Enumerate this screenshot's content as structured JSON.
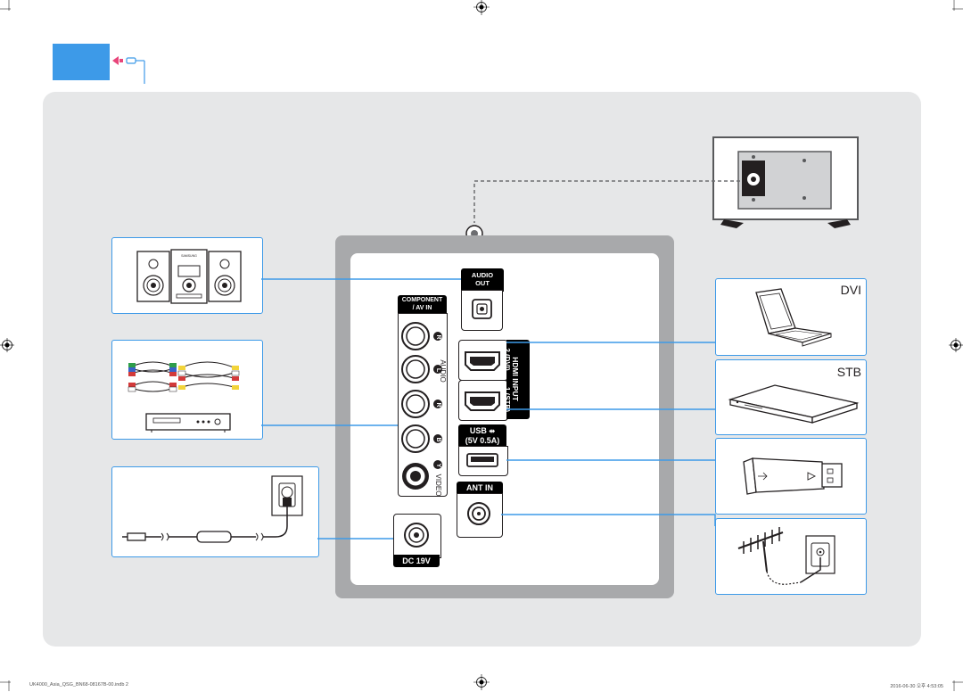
{
  "ports": {
    "audio_out": "AUDIO\nOUT",
    "audio_out_line1": "AUDIO",
    "audio_out_line2": "OUT",
    "component_line1": "COMPONENT",
    "component_line2": "/ AV IN",
    "audio_vertical": "AUDIO",
    "video_vertical": "VIDEO",
    "r_marker": "R",
    "l_marker": "L",
    "pr_marker": "R",
    "pb_marker": "B",
    "y_marker": "Y",
    "hdmi_input": "HDMI INPUT",
    "hdmi2": "2 (DVI)",
    "hdmi1": "1 (STB)",
    "usb": "USB",
    "usb_power": "(5V 0.5A)",
    "ant_in": "ANT IN",
    "dc": "DC 19V"
  },
  "devices": {
    "dvi_label": "DVI",
    "stb_label": "STB",
    "stereo_brand": "SAMSUNG"
  },
  "footer": {
    "left": "UK4000_Asia_QSG_BN68-08167B-00.indb   2",
    "right": "2016-06-30   오후 4:53:05"
  },
  "colors": {
    "accent_blue": "#3d9ae8",
    "panel_gray": "#a8a9ab",
    "background_gray": "#e6e7e8",
    "arrow_pink": "#e8457a"
  }
}
